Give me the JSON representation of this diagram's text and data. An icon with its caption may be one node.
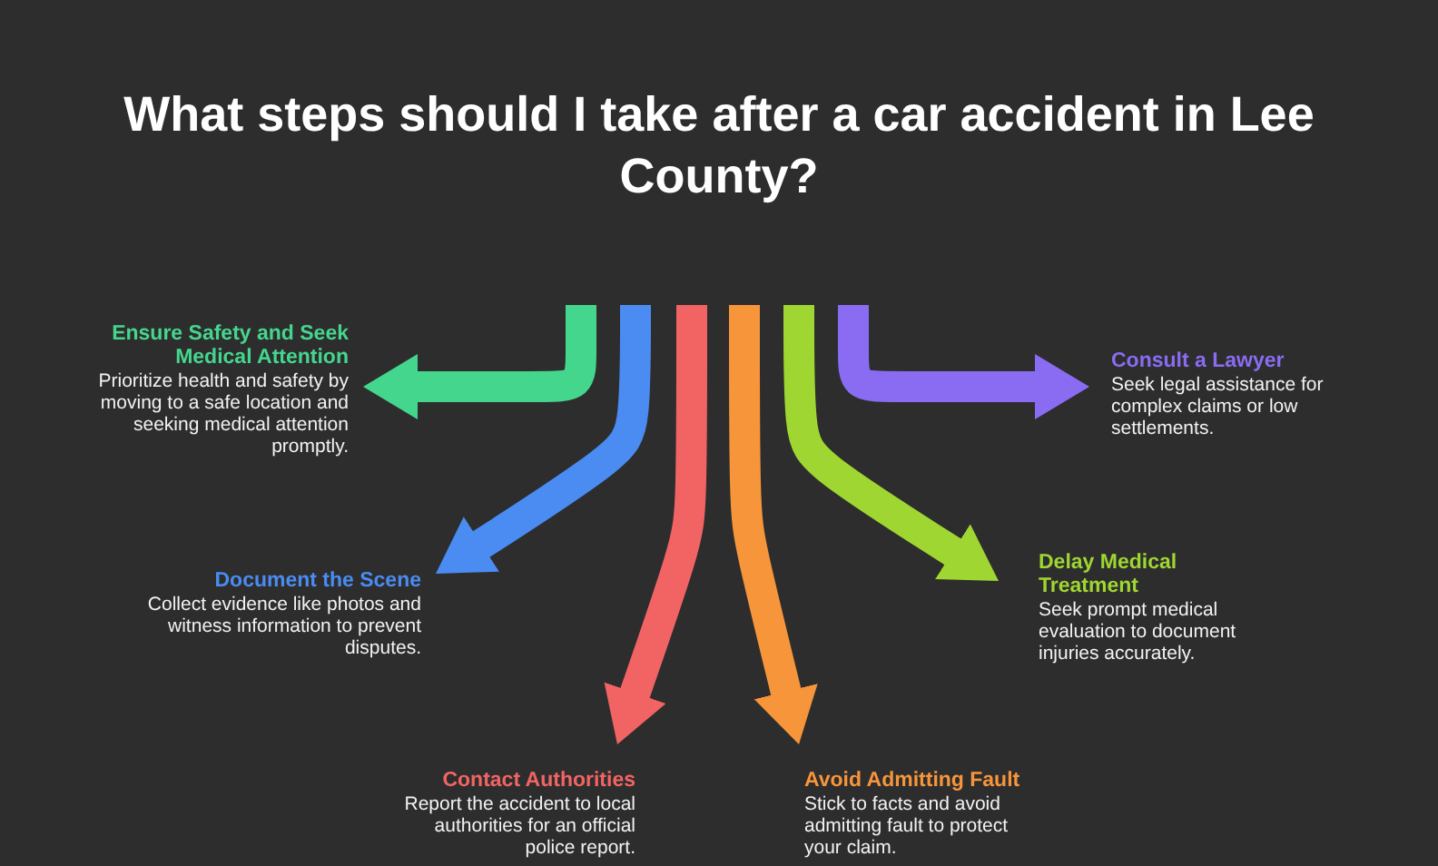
{
  "diagram": {
    "title": "What steps should I take after a car accident in Lee County?",
    "nodes": [
      {
        "text": [
          "Ensure Safety and Seek Medical Attention",
          "Prioritize health and safety by moving to a safe location and seeking medical attention promptly."
        ]
      },
      {
        "text": [
          "Document the Scene",
          "Collect evidence like photos and witness information to prevent disputes."
        ]
      },
      {
        "text": [
          "Contact Authorities",
          "Report the accident to local authorities for an official police report."
        ]
      },
      {
        "text": [
          "Avoid Admitting Fault",
          "Stick to facts and avoid admitting fault to protect your claim."
        ]
      },
      {
        "text": [
          "Delay Medical Treatment",
          "Seek prompt medical evaluation to document injuries accurately."
        ]
      },
      {
        "text": [
          "Consult a Lawyer",
          "Seek legal assistance for complex claims or low settlements."
        ]
      }
    ],
    "edges": [
      {
        "from": null,
        "to": 0,
        "arrow": "to",
        "color": "#45d68e"
      },
      {
        "from": null,
        "to": 1,
        "arrow": "to",
        "color": "#4a8cf2"
      },
      {
        "from": null,
        "to": 2,
        "arrow": "to",
        "color": "#f26464"
      },
      {
        "from": null,
        "to": 3,
        "arrow": "to",
        "color": "#f7953b"
      },
      {
        "from": null,
        "to": 4,
        "arrow": "to",
        "color": "#9fd631"
      },
      {
        "from": null,
        "to": 5,
        "arrow": "to",
        "color": "#8a6cf3"
      }
    ]
  }
}
